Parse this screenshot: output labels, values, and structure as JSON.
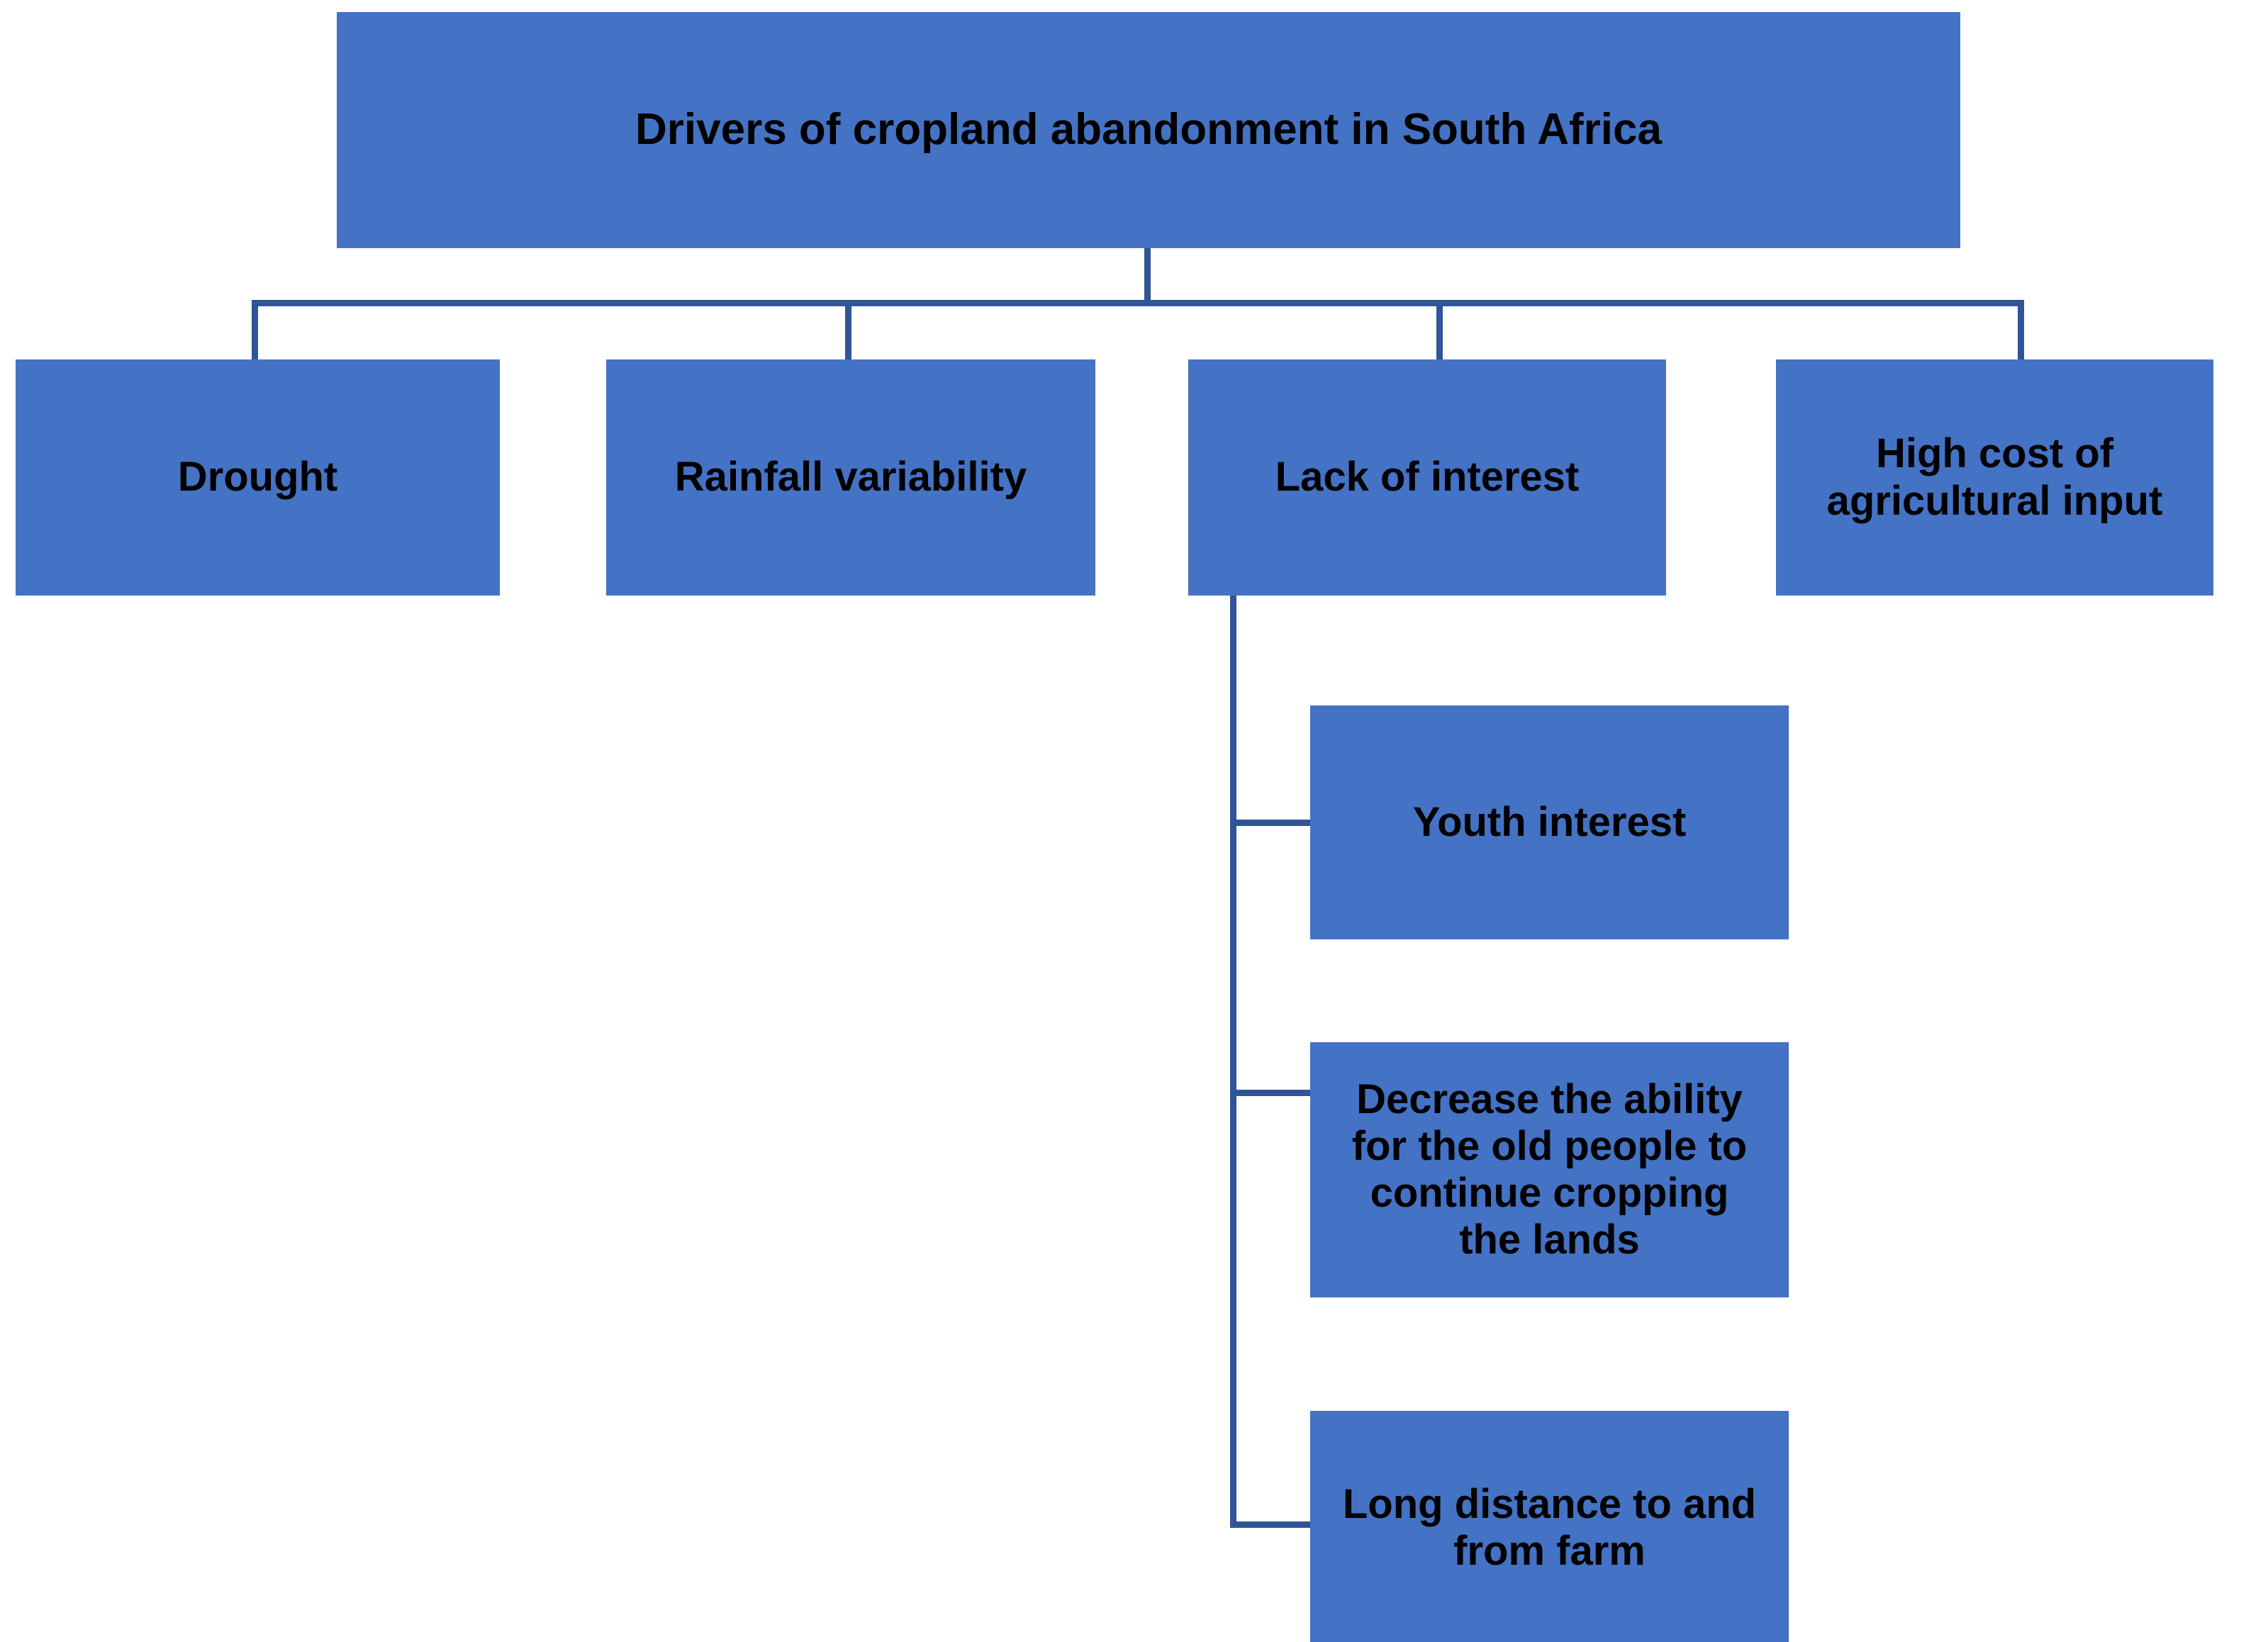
{
  "diagram": {
    "title": "Drivers of cropland abandonment in South Africa",
    "colors": {
      "node_fill": "#4472C4",
      "connector": "#2F5597",
      "text": "#000000",
      "background": "#FFFFFF"
    },
    "root": {
      "label": "Drivers of cropland abandonment in South Africa"
    },
    "drivers": [
      {
        "label": "Drought"
      },
      {
        "label": "Rainfall variability"
      },
      {
        "label": "Lack of interest"
      },
      {
        "label": "High cost of\nagricultural input"
      }
    ],
    "sub_nodes": [
      {
        "label": "Youth interest"
      },
      {
        "label": "Decrease the ability\nfor the old people to\ncontinue cropping\nthe lands"
      },
      {
        "label": "Long distance to and\nfrom farm"
      }
    ]
  }
}
